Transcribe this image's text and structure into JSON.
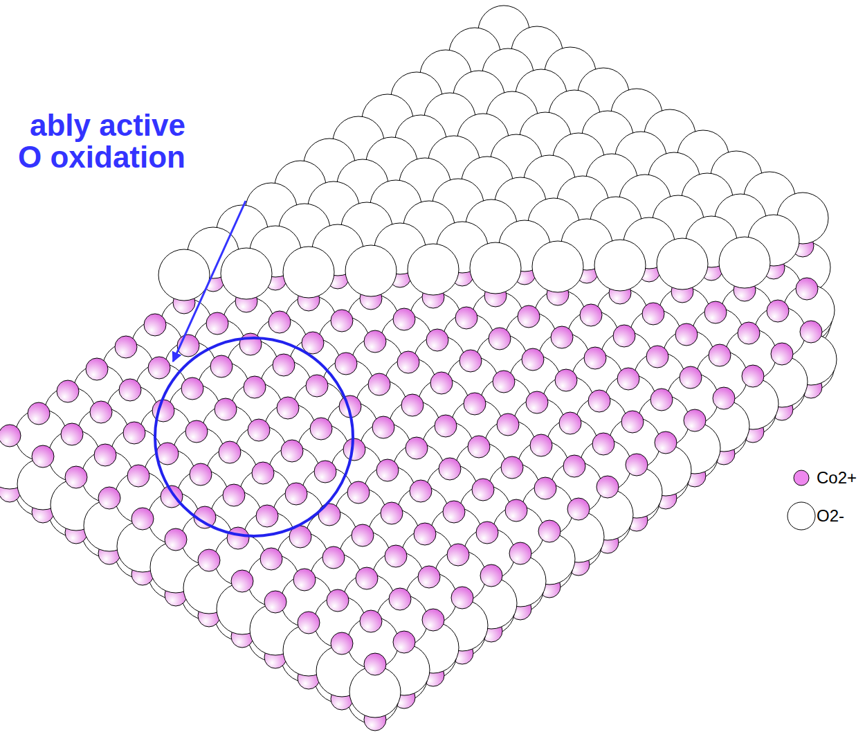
{
  "diagram": {
    "labels": [
      "ably active O oxidation"
    ],
    "legend": [
      {
        "text": "Co2+",
        "color": "#ee88ee"
      },
      {
        "text": "O2-",
        "color": "#ffffff"
      }
    ]
  }
}
